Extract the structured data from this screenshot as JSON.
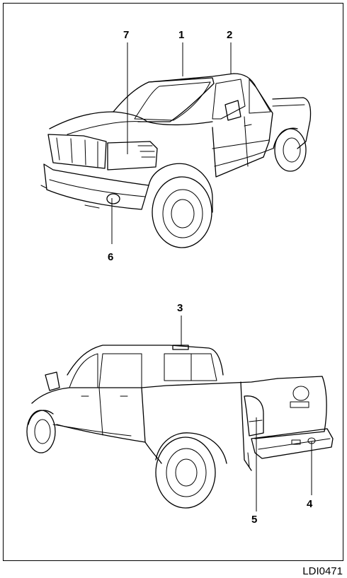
{
  "figure": {
    "code": "LDI0471",
    "callouts": {
      "c1": "1",
      "c2": "2",
      "c3": "3",
      "c4": "4",
      "c5": "5",
      "c6": "6",
      "c7": "7"
    }
  }
}
